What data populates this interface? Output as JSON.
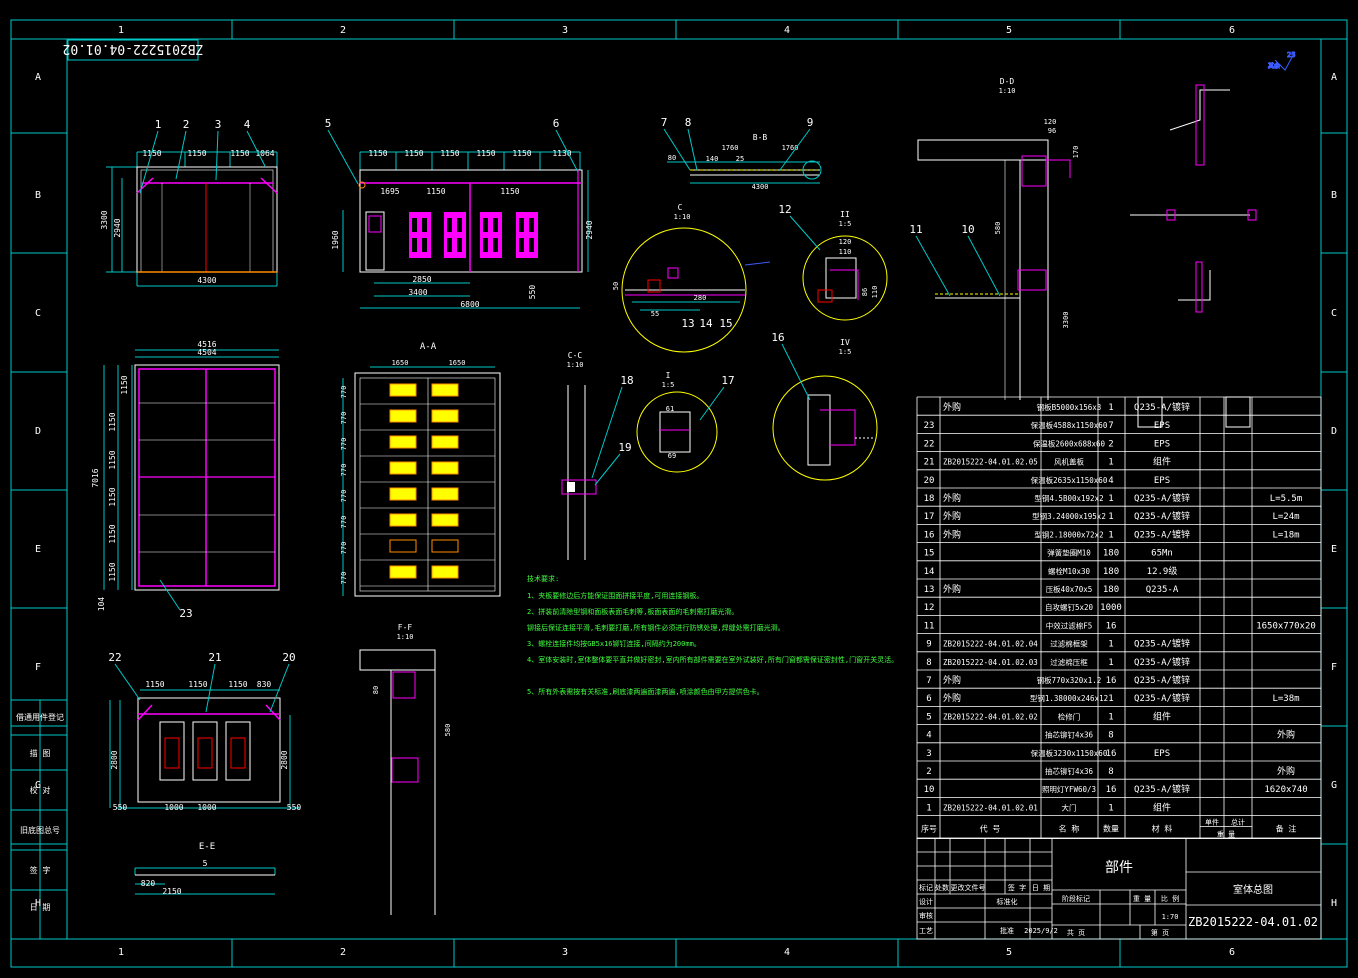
{
  "drawing": {
    "code": "ZB2015222-04.01.02",
    "code_mirrored": "ZB2015222-04.01.02",
    "title_center": "部件",
    "title_right": "室体总图",
    "scale": "1:70",
    "date": "2025/9/2"
  },
  "grid": {
    "cols": [
      "1",
      "2",
      "3",
      "4",
      "5",
      "6"
    ],
    "rows": [
      "A",
      "B",
      "C",
      "D",
      "E",
      "F",
      "G",
      "H"
    ]
  },
  "left_margin_labels": [
    "借通用件登记",
    "描 图",
    "校 对",
    "旧底图总号",
    "签 字",
    "日 期"
  ],
  "views": {
    "front_top": {
      "dims": [
        "1150",
        "1150",
        "1150",
        "1064"
      ],
      "total": "4300",
      "height": "3300",
      "inner_h": "2940",
      "balloons": [
        "1",
        "2",
        "3",
        "4"
      ]
    },
    "side_top": {
      "dims": [
        "1150",
        "1150",
        "1150",
        "1150",
        "1150",
        "1130"
      ],
      "sub": [
        "1695",
        "1150",
        "1150"
      ],
      "w1": "2850",
      "w2": "3400",
      "w3": "6800",
      "h": "550",
      "h2": "2940",
      "door_h": "1960",
      "balloons": [
        "5",
        "6"
      ]
    },
    "plan": {
      "w1": "4516",
      "w2": "4504",
      "h": "7016",
      "segs": [
        "1150",
        "1150",
        "1150",
        "1150",
        "1150",
        "1150"
      ],
      "bottom": "104",
      "balloon": "23"
    },
    "section_aa": {
      "label": "A-A",
      "w": [
        "1650",
        "1650"
      ],
      "rows": [
        "770",
        "770",
        "770",
        "770",
        "770",
        "770",
        "770",
        "770"
      ]
    },
    "section_ee": {
      "label": "E-E",
      "dims": [
        "1150",
        "1150",
        "1150",
        "830"
      ],
      "bottom": [
        "550",
        "1000",
        "1000",
        "550"
      ],
      "h": "2800",
      "balloons": [
        "22",
        "21",
        "20"
      ]
    },
    "section_ee_small": {
      "dims": [
        "820",
        "2150",
        "5"
      ]
    },
    "detail_bb": {
      "label": "B-B",
      "dims": [
        "80",
        "1760",
        "140",
        "25",
        "1760",
        "4300"
      ],
      "balloons": [
        "7",
        "8",
        "9"
      ]
    },
    "detail_c": {
      "label": "C",
      "scale": "1:10",
      "dims": [
        "50",
        "280",
        "55"
      ],
      "balloons": [
        "13",
        "14",
        "15"
      ]
    },
    "detail_ii": {
      "label": "II",
      "scale": "1:5",
      "dims": [
        "120",
        "110",
        "86",
        "110"
      ],
      "balloon": "12"
    },
    "detail_cc": {
      "label": "C-C",
      "scale": "1:10",
      "balloons": [
        "18",
        "19"
      ]
    },
    "detail_i": {
      "label": "I",
      "scale": "1:5",
      "dims": [
        "61",
        "69"
      ],
      "balloon": "17"
    },
    "detail_iv": {
      "label": "IV",
      "scale": "1:5",
      "balloon": "16"
    },
    "detail_dd": {
      "label": "D-D",
      "scale": "1:10",
      "dims": [
        "120",
        "96",
        "170",
        "580",
        "3300"
      ],
      "balloons": [
        "11",
        "10"
      ]
    },
    "detail_ff": {
      "label": "F-F",
      "scale": "1:10",
      "dims": [
        "80",
        "580"
      ]
    }
  },
  "notes": {
    "title": "技术要求:",
    "lines": [
      "1、夹板要修边后方能保证围面拼接平度,可用连接钢板。",
      "2、拼装前清除型钢和面板表面毛刺等,板面表面的毛刺需打磨光滑。",
      "铆接后保证连接平滑,毛刺要打磨,所有钢件必须进行防锈处理,焊缝处需打磨光滑。",
      "3、螺栓连接件均按GB5x16铆钉连接,间隔约为200mm。",
      "4、室体安装时,室体整体要平直并做好密封,室内所有部件需要在室外试装好,所有门窗都需保证密封性,门窗开关灵活。",
      "5、所有外表需按有关标准,刷底漆两遍面漆两遍,喷涂颜色由甲方提供色卡。"
    ]
  },
  "bom": {
    "headers": [
      "序号",
      "代 号",
      "名 称",
      "数量",
      "材 料",
      "单件",
      "总计",
      "备 注"
    ],
    "headers_sub": [
      "重 量"
    ],
    "rows": [
      {
        "no": "",
        "code": "外购",
        "name": "钢板B5000x156x3",
        "qty": "1",
        "mat": "Q235-A/镀锌",
        "note": ""
      },
      {
        "no": "23",
        "code": "",
        "name": "保温板4588x1150x60",
        "qty": "7",
        "mat": "EPS",
        "note": ""
      },
      {
        "no": "22",
        "code": "",
        "name": "保温板2600x688x60",
        "qty": "2",
        "mat": "EPS",
        "note": ""
      },
      {
        "no": "21",
        "code": "ZB2015222-04.01.02.05",
        "name": "风机盖板",
        "qty": "1",
        "mat": "组件",
        "note": ""
      },
      {
        "no": "20",
        "code": "",
        "name": "保温板2635x1150x60",
        "qty": "4",
        "mat": "EPS",
        "note": ""
      },
      {
        "no": "18",
        "code": "外购",
        "name": "型钢4.5B00x192x2",
        "qty": "1",
        "mat": "Q235-A/镀锌",
        "note": "L=5.5m"
      },
      {
        "no": "17",
        "code": "外购",
        "name": "型钢3.24000x195x2",
        "qty": "1",
        "mat": "Q235-A/镀锌",
        "note": "L=24m"
      },
      {
        "no": "16",
        "code": "外购",
        "name": "型钢2.18000x72x2",
        "qty": "1",
        "mat": "Q235-A/镀锌",
        "note": "L=18m"
      },
      {
        "no": "15",
        "code": "",
        "name": "弹簧垫圈M10",
        "qty": "180",
        "mat": "65Mn",
        "note": ""
      },
      {
        "no": "14",
        "code": "",
        "name": "螺栓M10x30",
        "qty": "180",
        "mat": "12.9级",
        "note": ""
      },
      {
        "no": "13",
        "code": "外购",
        "name": "压板40x70x5",
        "qty": "180",
        "mat": "Q235-A",
        "note": ""
      },
      {
        "no": "12",
        "code": "",
        "name": "自攻螺钉5x20",
        "qty": "1000",
        "mat": "",
        "note": ""
      },
      {
        "no": "11",
        "code": "",
        "name": "中效过滤棉F5",
        "qty": "16",
        "mat": "",
        "note": "1650x770x20"
      },
      {
        "no": "9",
        "code": "ZB2015222-04.01.02.04",
        "name": "过滤棉框架",
        "qty": "1",
        "mat": "Q235-A/镀锌",
        "note": ""
      },
      {
        "no": "8",
        "code": "ZB2015222-04.01.02.03",
        "name": "过滤棉压框",
        "qty": "1",
        "mat": "Q235-A/镀锌",
        "note": ""
      },
      {
        "no": "7",
        "code": "外购",
        "name": "钢板770x320x1.2",
        "qty": "16",
        "mat": "Q235-A/镀锌",
        "note": ""
      },
      {
        "no": "6",
        "code": "外购",
        "name": "型钢1.38000x246x12",
        "qty": "1",
        "mat": "Q235-A/镀锌",
        "note": "L=38m"
      },
      {
        "no": "5",
        "code": "ZB2015222-04.01.02.02",
        "name": "检修门",
        "qty": "1",
        "mat": "组件",
        "note": ""
      },
      {
        "no": "4",
        "code": "",
        "name": "抽芯铆钉4x36",
        "qty": "8",
        "mat": "",
        "note": "外购"
      },
      {
        "no": "3",
        "code": "",
        "name": "保温板3230x1150x60",
        "qty": "16",
        "mat": "EPS",
        "note": ""
      },
      {
        "no": "2",
        "code": "",
        "name": "抽芯铆钉4x36",
        "qty": "8",
        "mat": "",
        "note": "外购"
      },
      {
        "no": "10",
        "code": "",
        "name": "照明灯YFW60/3",
        "qty": "16",
        "mat": "Q235-A/镀锌",
        "note": "1620x740"
      },
      {
        "no": "1",
        "code": "ZB2015222-04.01.02.01",
        "name": "大门",
        "qty": "1",
        "mat": "组件",
        "note": ""
      }
    ]
  },
  "title_block": {
    "left_labels": [
      "标记",
      "处数",
      "更改文件号",
      "签 字",
      "日 期"
    ],
    "role_labels": [
      "设计",
      "审核",
      "工艺"
    ],
    "mid_labels": [
      "阶段标记",
      "重 量",
      "比 例"
    ],
    "sheet_labels": [
      "共 页",
      "第 页"
    ],
    "approve": "批准",
    "std": "标准化"
  },
  "colors": {
    "frame": "#00c8c8",
    "white": "#ffffff",
    "magenta": "#ff00ff",
    "yellow": "#ffff00",
    "green": "#00ff00",
    "red": "#ff3030",
    "blue": "#3c5cff",
    "lightgreen": "#40ff40"
  }
}
